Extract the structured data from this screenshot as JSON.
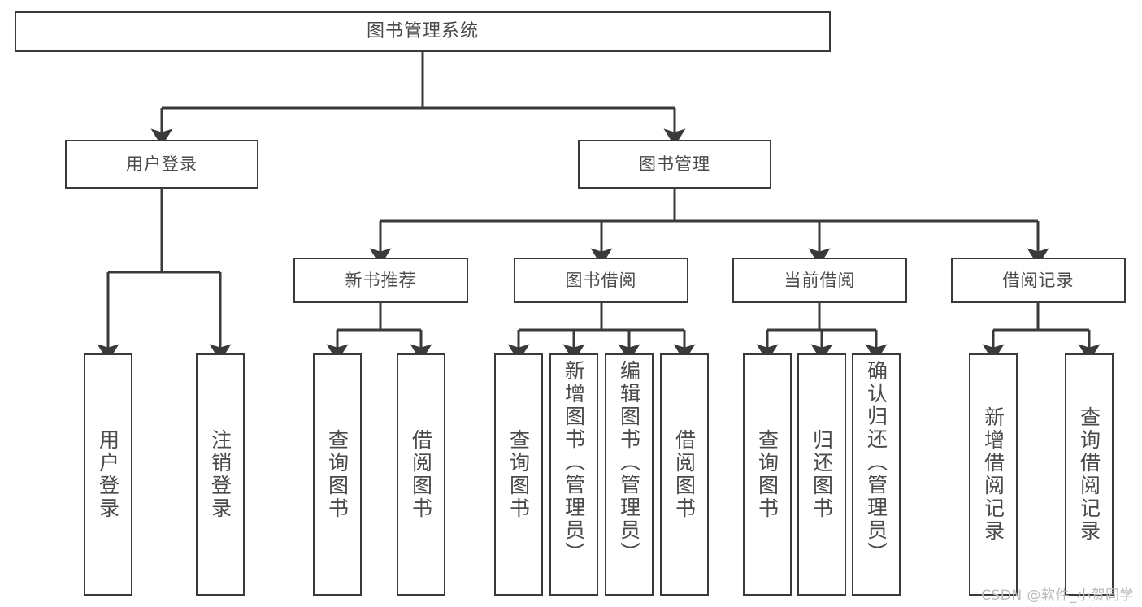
{
  "diagram": {
    "title": "图书管理系统",
    "type": "hierarchy-tree",
    "root": {
      "label": "图书管理系统"
    },
    "level2": [
      {
        "label": "用户登录"
      },
      {
        "label": "图书管理"
      }
    ],
    "level3": [
      {
        "label": "新书推荐"
      },
      {
        "label": "图书借阅"
      },
      {
        "label": "当前借阅"
      },
      {
        "label": "借阅记录"
      }
    ],
    "leaves": {
      "user_login": [
        {
          "label": "用户登录"
        },
        {
          "label": "注销登录"
        }
      ],
      "new_book_recommend": [
        {
          "label": "查询图书"
        },
        {
          "label": "借阅图书"
        }
      ],
      "book_borrow": [
        {
          "label": "查询图书"
        },
        {
          "label": "新增图书（管理员）"
        },
        {
          "label": "编辑图书（管理员）"
        },
        {
          "label": "借阅图书"
        }
      ],
      "current_borrow": [
        {
          "label": "查询图书"
        },
        {
          "label": "归还图书"
        },
        {
          "label": "确认归还（管理员）"
        }
      ],
      "borrow_record": [
        {
          "label": "新增借阅记录"
        },
        {
          "label": "查询借阅记录"
        }
      ]
    }
  },
  "watermark": {
    "text": "CSDN @软件_小贺同学"
  },
  "colors": {
    "stroke": "#3a3a3a",
    "text": "#4a4a4a",
    "background": "#ffffff",
    "watermark": "#b9b9b9"
  }
}
